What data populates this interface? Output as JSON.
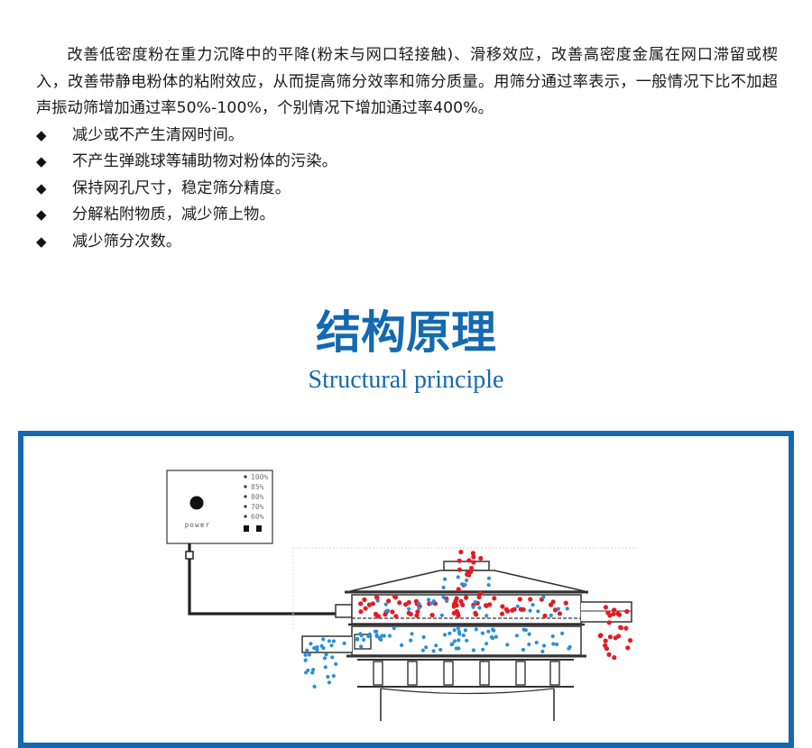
{
  "intro": {
    "paragraph": "改善低密度粉在重力沉降中的平降(粉末与网口轻接触)、滑移效应，改善高密度金属在网口滞留或楔入，改善带静电粉体的粘附效应，从而提高筛分效率和筛分质量。用筛分通过率表示，一般情况下比不加超声振动筛增加通过率50%-100%，个别情况下增加通过率400%。",
    "bullet_symbol": "◆",
    "bullets": [
      "减少或不产生清网时间。",
      "不产生弹跳球等辅助物对粉体的污染。",
      "保持网孔尺寸，稳定筛分精度。",
      "分解粘附物质，减少筛上物。",
      "减少筛分次数。"
    ]
  },
  "section": {
    "title": "结构原理",
    "subtitle": "Structural principle"
  },
  "diagram": {
    "controller": {
      "power_label": "power",
      "levels": [
        "100%",
        "85%",
        "80%",
        "70%",
        "60%"
      ]
    },
    "colors": {
      "frame": "#1469b1",
      "coarse_particles": "#e31b23",
      "fine_particles": "#2a8fd8",
      "line": "#222222"
    }
  }
}
